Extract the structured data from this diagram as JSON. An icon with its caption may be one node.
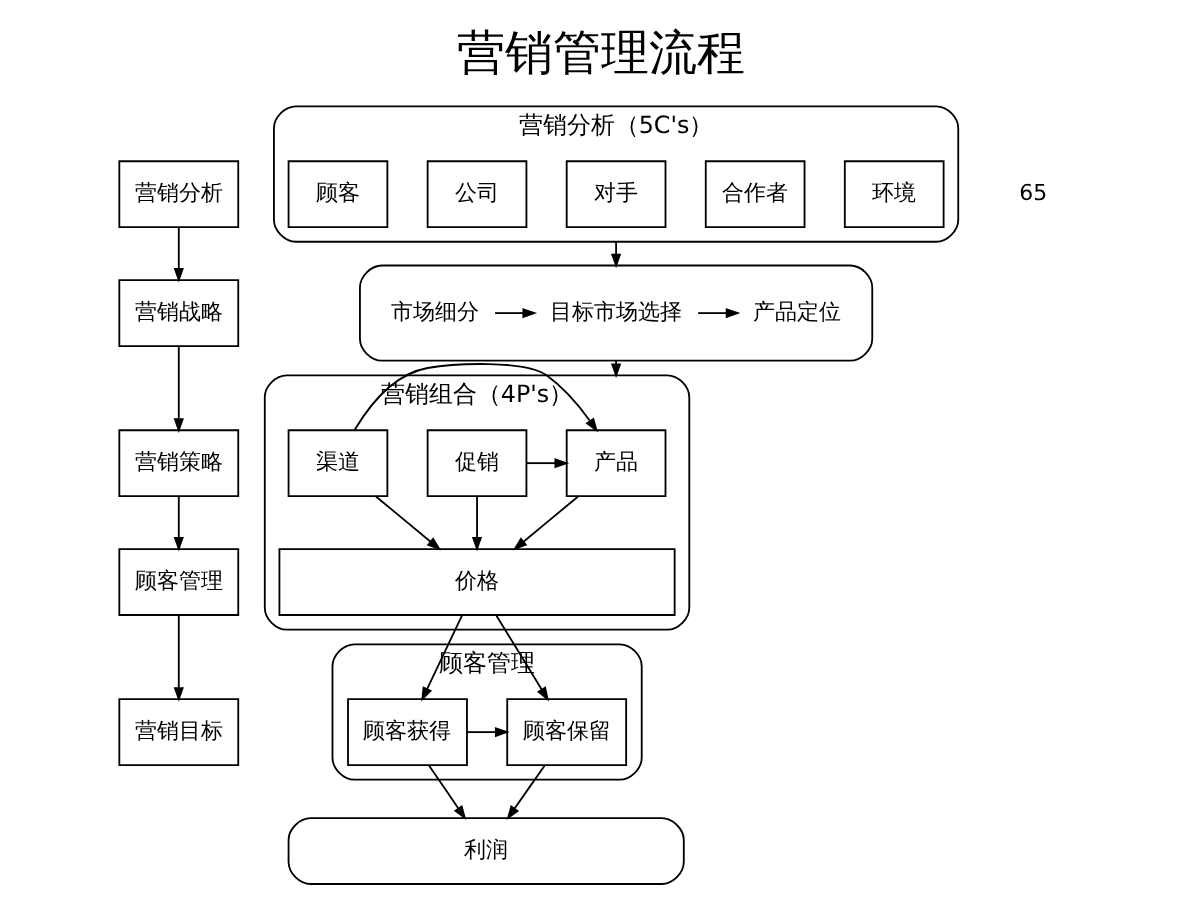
{
  "diagram": {
    "title": "营销管理流程",
    "nodes": [
      {
        "text": [
          "营销分析"
        ]
      },
      {
        "text": [
          "营销战略"
        ]
      },
      {
        "text": [
          "营销策略"
        ]
      },
      {
        "text": [
          "顾客管理"
        ]
      },
      {
        "text": [
          "营销目标"
        ]
      },
      {
        "text": [
          "营销分析（5C's）"
        ]
      },
      {
        "text": [
          "顾客"
        ],
        "in": 5
      },
      {
        "text": [
          "公司"
        ],
        "in": 5
      },
      {
        "text": [
          "对手"
        ],
        "in": 5
      },
      {
        "text": [
          "合作者"
        ],
        "in": 5
      },
      {
        "text": [
          "环境"
        ],
        "in": 5
      },
      {
        "text": [],
        "shape": "box"
      },
      {
        "text": [
          "市场细分"
        ],
        "in": 11
      },
      {
        "text": [
          "目标市场选择"
        ],
        "in": 11
      },
      {
        "text": [
          "产品定位"
        ],
        "in": 11
      },
      {
        "text": [
          "营销组合（4P's）"
        ]
      },
      {
        "text": [
          "渠道"
        ],
        "in": 15
      },
      {
        "text": [
          "产品"
        ],
        "in": 15
      },
      {
        "text": [
          "促销"
        ],
        "in": 15
      },
      {
        "text": [
          "价格"
        ],
        "in": 15
      },
      {
        "text": [
          "顾客管理"
        ]
      },
      {
        "text": [
          "顾客获得"
        ],
        "in": 20
      },
      {
        "text": [
          "顾客保留"
        ],
        "in": 20
      },
      {
        "text": [
          "利润"
        ]
      }
    ],
    "edges": [
      {
        "from": 0,
        "to": 1,
        "arrow": "to"
      },
      {
        "from": 1,
        "to": 2,
        "arrow": "to"
      },
      {
        "from": 2,
        "to": 3,
        "arrow": "to"
      },
      {
        "from": 3,
        "to": 4,
        "arrow": "to"
      },
      {
        "from": 5,
        "to": 11,
        "arrow": "to"
      },
      {
        "from": 12,
        "to": 13,
        "arrow": "to"
      },
      {
        "from": 13,
        "to": 14,
        "arrow": "to"
      },
      {
        "from": 11,
        "to": 15,
        "arrow": "to"
      },
      {
        "from": 16,
        "to": 17,
        "arrow": "to"
      },
      {
        "from": 18,
        "to": 17,
        "arrow": "to"
      },
      {
        "from": 16,
        "to": 19,
        "arrow": "to"
      },
      {
        "from": 17,
        "to": 19,
        "arrow": "to"
      },
      {
        "from": 18,
        "to": 19,
        "arrow": "to"
      },
      {
        "from": 19,
        "to": 21,
        "arrow": "to"
      },
      {
        "from": 19,
        "to": 22,
        "arrow": "to"
      },
      {
        "from": 21,
        "to": 22,
        "arrow": "to"
      },
      {
        "from": 21,
        "to": 23,
        "arrow": "to"
      },
      {
        "from": 22,
        "to": 23,
        "arrow": "to"
      }
    ],
    "labels": [
      "65"
    ]
  }
}
